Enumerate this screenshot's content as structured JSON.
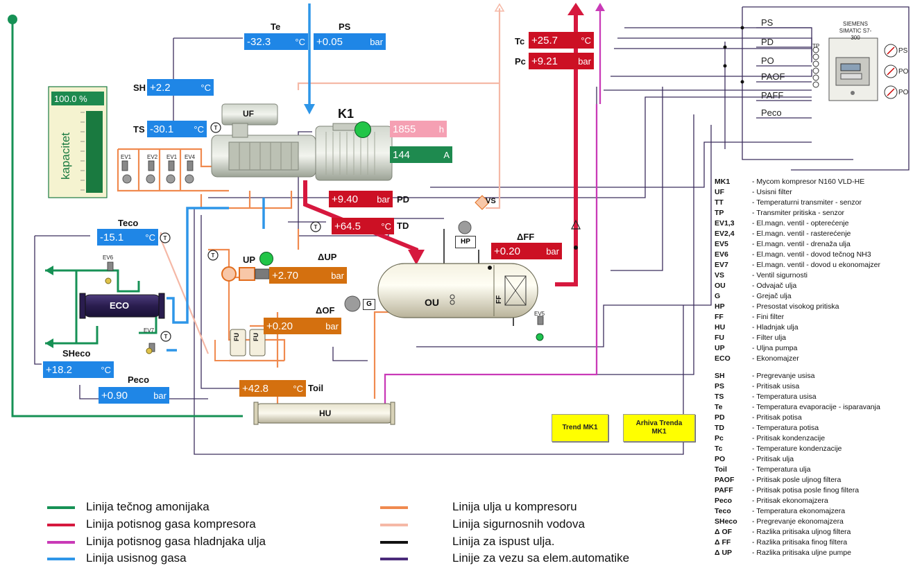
{
  "colors": {
    "liquid_ammonia": "#169155",
    "compressor_discharge": "#d6183e",
    "oil_cooler_discharge": "#c93ab7",
    "suction_gas": "#2e96e8",
    "compressor_oil": "#f08a4f",
    "safety_lines": "#f5b8a6",
    "oil_drain": "#111111",
    "automation_link": "#4a2a7a"
  },
  "readings": {
    "te": {
      "label": "Te",
      "value": "-32.3",
      "unit": "°C"
    },
    "ps": {
      "label": "PS",
      "value": "+0.05",
      "unit": "bar"
    },
    "sh": {
      "label": "SH",
      "value": "+2.2",
      "unit": "°C"
    },
    "ts": {
      "label": "TS",
      "value": "-30.1",
      "unit": "°C"
    },
    "tc": {
      "label": "Tc",
      "value": "+25.7",
      "unit": "°C"
    },
    "pc": {
      "label": "Pc",
      "value": "+9.21",
      "unit": "bar"
    },
    "hours": {
      "value": "1855",
      "unit": "h"
    },
    "current": {
      "value": "144",
      "unit": "A"
    },
    "pd": {
      "label": "PD",
      "value": "+9.40",
      "unit": "bar"
    },
    "td": {
      "label": "TD",
      "value": "+64.5",
      "unit": "°C"
    },
    "dff": {
      "label": "ΔFF",
      "value": "+0.20",
      "unit": "bar"
    },
    "dup": {
      "label": "ΔUP",
      "value": "+2.70",
      "unit": "bar"
    },
    "dof": {
      "label": "ΔOF",
      "value": "+0.20",
      "unit": "bar"
    },
    "toil": {
      "label": "Toil",
      "value": "+42.8",
      "unit": "°C"
    },
    "teco": {
      "label": "Teco",
      "value": "-15.1",
      "unit": "°C"
    },
    "sheco": {
      "label": "SHeco",
      "value": "+18.2",
      "unit": "°C"
    },
    "peco": {
      "label": "Peco",
      "value": "+0.90",
      "unit": "bar"
    }
  },
  "capacity": {
    "value": "100.0 %",
    "label": "kapacitet",
    "level": 1.0
  },
  "equipment": {
    "k1": "K1",
    "uf": "UF",
    "ou": "OU",
    "ff": "FF",
    "hu": "HU",
    "eco": "ECO",
    "up": "UP",
    "fu": "FU",
    "hp": "HP",
    "g": "G",
    "vs": "VS",
    "ev1": "EV1",
    "ev2": "EV2",
    "ev3": "EV1",
    "ev4": "EV4",
    "ev5": "EV5",
    "ev6": "EV6",
    "ev7": "EV7"
  },
  "plc": {
    "brand": "SIEMENS",
    "model": "SIMATIC S7-300",
    "inputs": [
      "PS",
      "PD",
      "PO",
      "PAOF",
      "PAFF",
      "Peco"
    ],
    "tp": "TP",
    "gauges": [
      "PS",
      "PO",
      "PO"
    ]
  },
  "buttons": {
    "trend": "Trend MK1",
    "archive_line1": "Arhiva Trenda",
    "archive_line2": "MK1"
  },
  "legend_abbr": [
    {
      "abbr": "MK1",
      "desc": "- Mycom kompresor N160 VLD-HE"
    },
    {
      "abbr": "UF",
      "desc": "- Usisni filter"
    },
    {
      "abbr": "TT",
      "desc": "- Temperaturni transmiter - senzor"
    },
    {
      "abbr": "TP",
      "desc": "- Transmiter pritiska - senzor"
    },
    {
      "abbr": "EV1,3",
      "desc": "- El.magn. ventil - opterećenje"
    },
    {
      "abbr": "EV2,4",
      "desc": "- El.magn. ventil - rasterećenje"
    },
    {
      "abbr": "EV5",
      "desc": "- El.magn. ventil - drenaža ulja"
    },
    {
      "abbr": "EV6",
      "desc": "- El.magn. ventil - dovod tečnog NH3"
    },
    {
      "abbr": "EV7",
      "desc": "- El.magn. ventil - dovod u ekonomajzer"
    },
    {
      "abbr": "VS",
      "desc": "- Ventil sigurnosti"
    },
    {
      "abbr": "OU",
      "desc": "- Odvajač ulja"
    },
    {
      "abbr": "G",
      "desc": "- Grejač ulja"
    },
    {
      "abbr": "HP",
      "desc": "- Presostat visokog pritiska"
    },
    {
      "abbr": "FF",
      "desc": "- Fini filter"
    },
    {
      "abbr": "HU",
      "desc": "- Hladnjak ulja"
    },
    {
      "abbr": "FU",
      "desc": "- Filter ulja"
    },
    {
      "abbr": "UP",
      "desc": "- Uljna pumpa"
    },
    {
      "abbr": "ECO",
      "desc": "- Ekonomajzer"
    },
    {
      "abbr": "SH",
      "desc": "- Pregrevanje usisa"
    },
    {
      "abbr": "PS",
      "desc": "- Pritisak usisa"
    },
    {
      "abbr": "TS",
      "desc": "- Temperatura usisa"
    },
    {
      "abbr": "Te",
      "desc": "- Temperatura evaporacije - isparavanja"
    },
    {
      "abbr": "PD",
      "desc": "- Pritisak potisa"
    },
    {
      "abbr": "TD",
      "desc": "- Temperatura potisa"
    },
    {
      "abbr": "Pc",
      "desc": "- Pritisak kondenzacije"
    },
    {
      "abbr": "Tc",
      "desc": "- Temperature kondenzacije"
    },
    {
      "abbr": "PO",
      "desc": "- Pritisak ulja"
    },
    {
      "abbr": "Toil",
      "desc": "- Temperatura ulja"
    },
    {
      "abbr": "PAOF",
      "desc": "- Pritisak posle uljnog filtera"
    },
    {
      "abbr": "PAFF",
      "desc": "- Pritisak potisa posle finog filtera"
    },
    {
      "abbr": "Peco",
      "desc": "- Pritisak ekonomajzera"
    },
    {
      "abbr": "Teco",
      "desc": "- Temperatura ekonomajzera"
    },
    {
      "abbr": "SHeco",
      "desc": "- Pregrevanje ekonomajzera"
    },
    {
      "abbr": "Δ OF",
      "desc": "- Razlika pritisaka uljnog filtera"
    },
    {
      "abbr": "Δ FF",
      "desc": "- Razlika pritisaka finog filtera"
    },
    {
      "abbr": "Δ UP",
      "desc": "- Razlika pritisaka uljne pumpe"
    }
  ],
  "legend_lines": [
    {
      "text": "Linija tečnog amonijaka",
      "color": "#169155"
    },
    {
      "text": "Linija potisnog gasa kompresora",
      "color": "#d6183e"
    },
    {
      "text": "Linija potisnog gasa hladnjaka ulja",
      "color": "#c93ab7"
    },
    {
      "text": "Linija usisnog gasa",
      "color": "#2e96e8"
    },
    {
      "text": "Linija ulja u kompresoru",
      "color": "#f08a4f"
    },
    {
      "text": "Linija sigurnosnih vodova",
      "color": "#f5b8a6"
    },
    {
      "text": "Linija za ispust ulja.",
      "color": "#111111"
    },
    {
      "text": "Linije za vezu sa elem.automatike",
      "color": "#4a2a7a"
    }
  ]
}
